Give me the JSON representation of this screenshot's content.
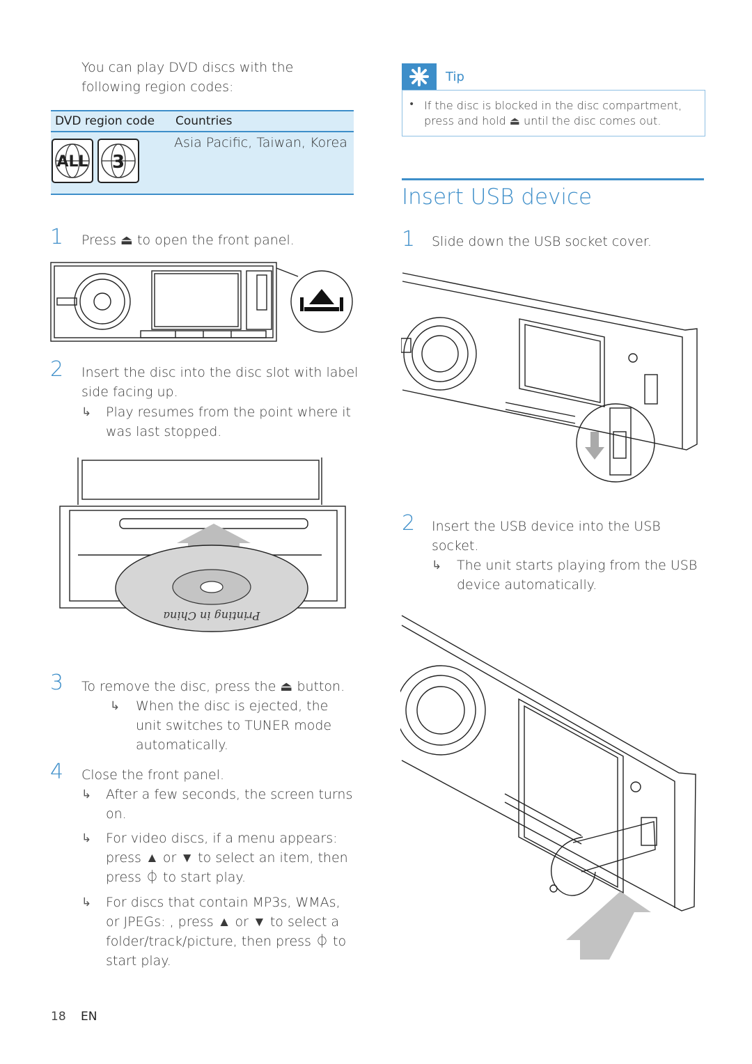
{
  "left": {
    "intro_line1": "You can play DVD discs with the",
    "intro_line2": "following region codes:",
    "table": {
      "col1": "DVD region code",
      "col2": "Countries",
      "row_countries": "Asia Pacific, Taiwan, Korea",
      "badge1": "ALL",
      "badge2": "3"
    },
    "step1_num": "1",
    "step1_text": "Press ⏏ to open the front panel.",
    "step2_num": "2",
    "step2_line1": "Insert the disc into the disc slot with label",
    "step2_line2": "side facing up.",
    "step2_r1": "Play resumes from the point where it",
    "step2_r2": "was last stopped.",
    "disc_label": "Printing in China",
    "step3_num": "3",
    "step3_text": "To remove the disc, press the ⏏ button.",
    "step3_r1": "When the disc is ejected, the",
    "step3_r2": "unit switches to TUNER mode",
    "step3_r3": "automatically.",
    "step4_num": "4",
    "step4_text": "Close the front panel.",
    "step4_a1": "After a few seconds, the screen turns",
    "step4_a2": "on.",
    "step4_b1": "For video discs, if a menu appears:",
    "step4_b2": "press ▲ or ▼ to select an item, then",
    "step4_b3": "press ⏀ to start play.",
    "step4_c1": "For discs that contain MP3s, WMAs,",
    "step4_c2": "or JPEGs: , press ▲ or ▼ to select a",
    "step4_c3": "folder/track/picture, then press ⏀ to",
    "step4_c4": "start play.",
    "arrow_glyph": "↳"
  },
  "right": {
    "tip_title": "Tip",
    "tip_line1": "If the disc is blocked in the disc compartment,",
    "tip_line2": "press and hold ⏏ until the disc comes out.",
    "section_title": "Insert USB device",
    "step1_num": "1",
    "step1_text": "Slide down the USB socket cover.",
    "step2_num": "2",
    "step2_line1": "Insert the USB device into the USB",
    "step2_line2": "socket.",
    "step2_r1": "The unit starts playing from the USB",
    "step2_r2": "device automatically."
  },
  "footer": {
    "page": "18",
    "lang": "EN"
  },
  "colors": {
    "accent": "#3d8ec9",
    "table_bg": "#d8ecf8"
  }
}
